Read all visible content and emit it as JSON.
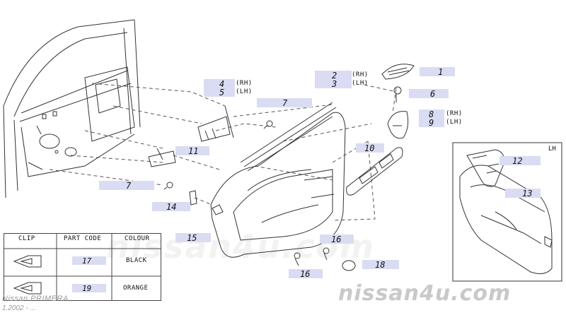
{
  "diagram": {
    "callouts": {
      "c1": "1",
      "c2": "2",
      "c3": "3",
      "c4": "4",
      "c5": "5",
      "c6": "6",
      "c7a": "7",
      "c7b": "7",
      "c8": "8",
      "c9": "9",
      "c10": "10",
      "c11": "11",
      "c12": "12",
      "c13": "13",
      "c14": "14",
      "c15": "15",
      "c16a": "16",
      "c16b": "16",
      "c18": "18"
    },
    "sides": {
      "rh": "(RH)",
      "lh": "(LH)"
    },
    "inset_label": "LH"
  },
  "legend": {
    "headers": [
      "CLIP",
      "PART CODE",
      "COLOUR"
    ],
    "rows": [
      {
        "code": "17",
        "colour": "BLACK"
      },
      {
        "code": "19",
        "colour": "ORANGE"
      }
    ]
  },
  "footer": {
    "model": "Nissan PRIMERA",
    "date": "1.2002 - ..."
  },
  "watermark": "nissan4u.com",
  "watermark_bg": "nissan4u.com",
  "colors": {
    "callout_bg": "#d9dcf2",
    "line": "#333333"
  }
}
